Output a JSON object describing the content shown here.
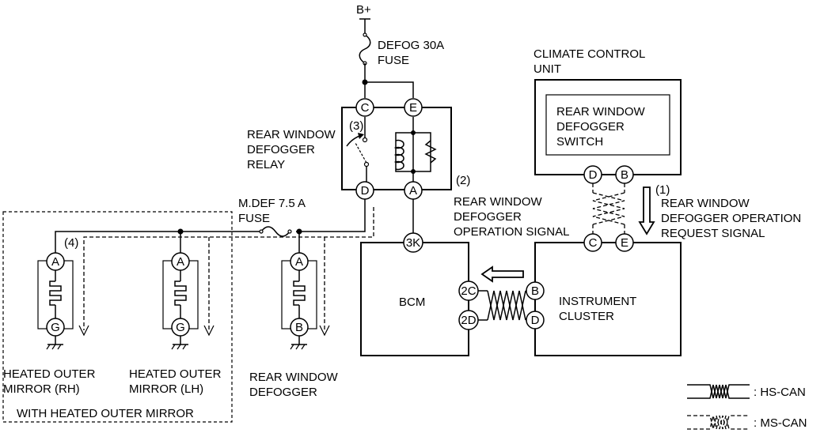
{
  "labels": {
    "b_plus": "B+",
    "defog_fuse": [
      "DEFOG 30A",
      "FUSE"
    ],
    "relay": [
      "REAR WINDOW",
      "DEFOGGER",
      "RELAY"
    ],
    "climate_unit": [
      "CLIMATE CONTROL",
      "UNIT"
    ],
    "switch": [
      "REAR WINDOW",
      "DEFOGGER",
      "SWITCH"
    ],
    "mdef_fuse": [
      "M.DEF 7.5 A",
      "FUSE"
    ],
    "operation_signal": [
      "REAR WINDOW",
      "DEFOGGER",
      "OPERATION SIGNAL"
    ],
    "request_signal": [
      "REAR WINDOW",
      "DEFOGGER OPERATION",
      "REQUEST SIGNAL"
    ],
    "bcm": "BCM",
    "instrument_cluster": [
      "INSTRUMENT",
      "CLUSTER"
    ],
    "mirror_rh": [
      "HEATED OUTER",
      "MIRROR (RH)"
    ],
    "mirror_lh": [
      "HEATED OUTER",
      "MIRROR (LH)"
    ],
    "rear_defogger": [
      "REAR WINDOW",
      "DEFOGGER"
    ],
    "with_mirror": "WITH HEATED OUTER MIRROR",
    "step1": "(1)",
    "step2": "(2)",
    "step3": "(3)",
    "step4": "(4)"
  },
  "pins": {
    "relay_c": "C",
    "relay_e": "E",
    "relay_d": "D",
    "relay_a": "A",
    "climate_d": "D",
    "climate_b": "B",
    "cluster_c": "C",
    "cluster_e": "E",
    "cluster_b": "B",
    "cluster_d": "D",
    "bcm_3k": "3K",
    "bcm_2c": "2C",
    "bcm_2d": "2D",
    "rh_a": "A",
    "rh_g": "G",
    "lh_a": "A",
    "lh_g": "G",
    "rear_a": "A",
    "rear_b": "B"
  },
  "legend": {
    "hs_can": ": HS-CAN",
    "ms_can": ": MS-CAN"
  }
}
